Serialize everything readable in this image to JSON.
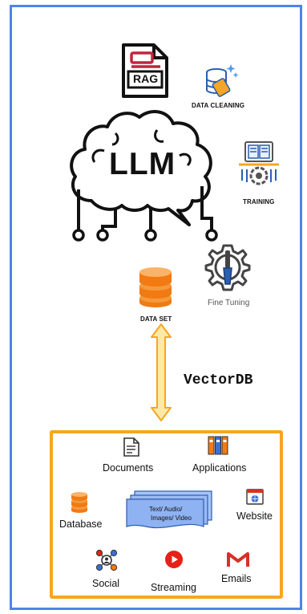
{
  "center": {
    "label": "LLM"
  },
  "rag": {
    "label": "RAG"
  },
  "processes": {
    "data_cleaning": "DATA CLEANING",
    "training": "TRAINING",
    "fine_tuning": "Fine Tuning",
    "data_set": "DATA SET"
  },
  "connector": {
    "label": "VectorDB"
  },
  "sources": {
    "documents": "Documents",
    "applications": "Applications",
    "database": "Database",
    "media_stack": [
      "Text/ Audio/",
      "Images/ Video"
    ],
    "website": "Website",
    "social": "Social",
    "streaming": "Streaming",
    "emails": "Emails"
  },
  "colors": {
    "frame_border": "#4f83e8",
    "source_box_border": "#f5a623",
    "arrow_fill": "#ffe9a6",
    "dataset_orange": "#f27a12",
    "stack_blue": "#8fb2f2",
    "streaming_red": "#e62117",
    "gmail_red": "#d93025"
  }
}
